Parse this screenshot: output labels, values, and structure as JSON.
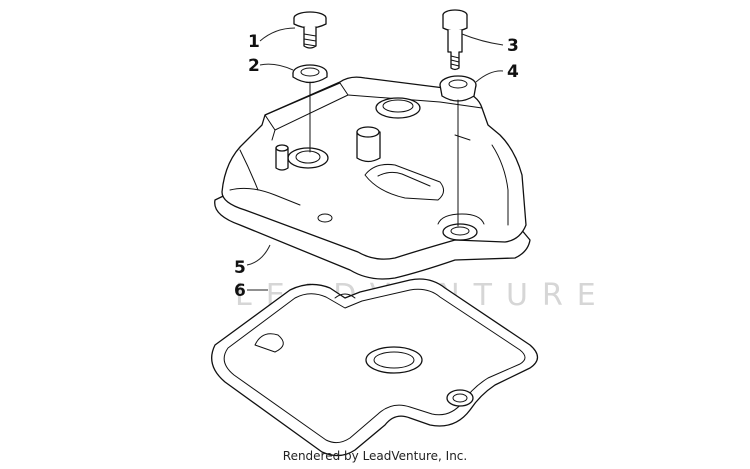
{
  "callouts": [
    {
      "number": "1"
    },
    {
      "number": "2"
    },
    {
      "number": "3"
    },
    {
      "number": "4"
    },
    {
      "number": "5"
    },
    {
      "number": "6"
    }
  ],
  "watermark": "LEADVENTURE",
  "footer": "Rendered by LeadVenture, Inc."
}
